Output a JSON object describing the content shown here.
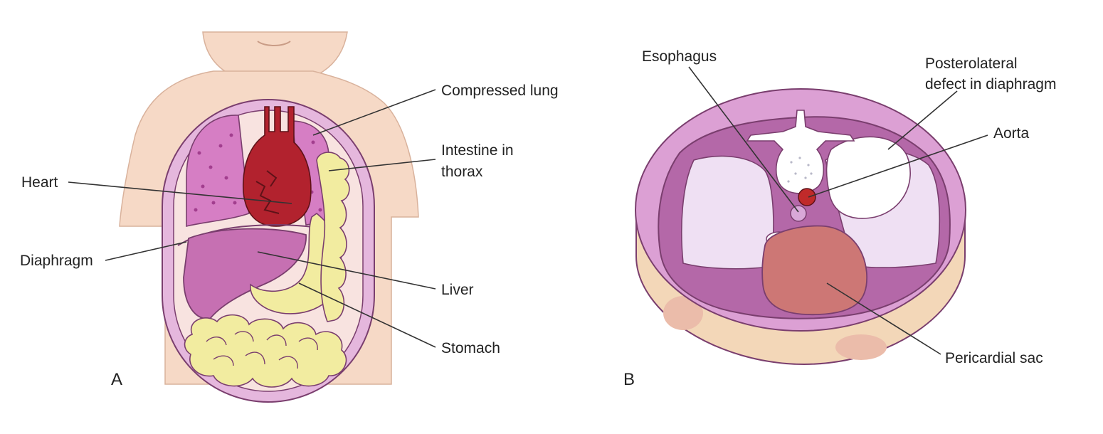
{
  "panel_a": {
    "letter": "A",
    "labels": {
      "compressed_lung": "Compressed lung",
      "intestine_line1": "Intestine in",
      "intestine_line2": "thorax",
      "heart": "Heart",
      "diaphragm": "Diaphragm",
      "liver": "Liver",
      "stomach": "Stomach"
    }
  },
  "panel_b": {
    "letter": "B",
    "labels": {
      "esophagus": "Esophagus",
      "defect_line1": "Posterolateral",
      "defect_line2": "defect in diaphragm",
      "aorta": "Aorta",
      "pericardial_sac": "Pericardial sac"
    }
  },
  "colors": {
    "skin": "#f6d9c6",
    "organ_outline": "#7a3e6e",
    "lung": "#d67ec4",
    "heart": "#b2222e",
    "liver": "#c670b2",
    "intestine": "#f2eca0",
    "diaphragm_ring": "#dca0d4",
    "pericardium": "#cd7775",
    "aorta": "#c02a2a"
  }
}
